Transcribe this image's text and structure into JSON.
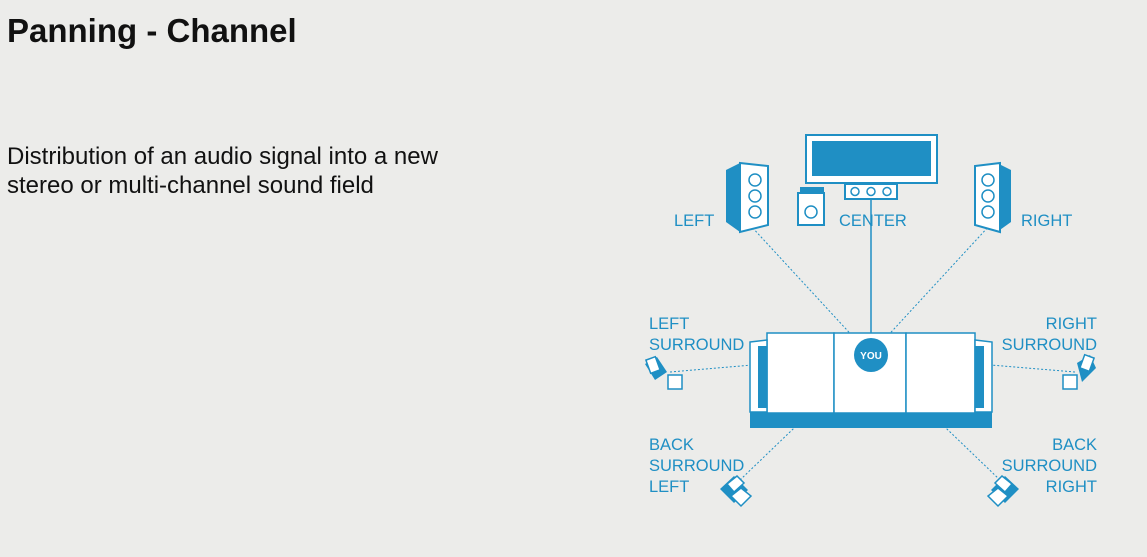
{
  "slide": {
    "title": "Panning - Channel",
    "description_line1": "Distribution of an audio signal into a new",
    "description_line2": "stereo or multi-channel sound field"
  },
  "diagram": {
    "accent_color": "#1f8fc4",
    "labels": {
      "left": "LEFT",
      "center": "CENTER",
      "right": "RIGHT",
      "left_surround_1": "LEFT",
      "left_surround_2": "SURROUND",
      "right_surround_1": "RIGHT",
      "right_surround_2": "SURROUND",
      "back_left_1": "BACK",
      "back_left_2": "SURROUND",
      "back_left_3": "LEFT",
      "back_right_1": "BACK",
      "back_right_2": "SURROUND",
      "back_right_3": "RIGHT",
      "listener": "YOU"
    },
    "icons": [
      "tv-icon",
      "center-speaker-icon",
      "subwoofer-icon",
      "tower-speaker-icon",
      "sofa-icon",
      "surround-speaker-icon"
    ]
  }
}
